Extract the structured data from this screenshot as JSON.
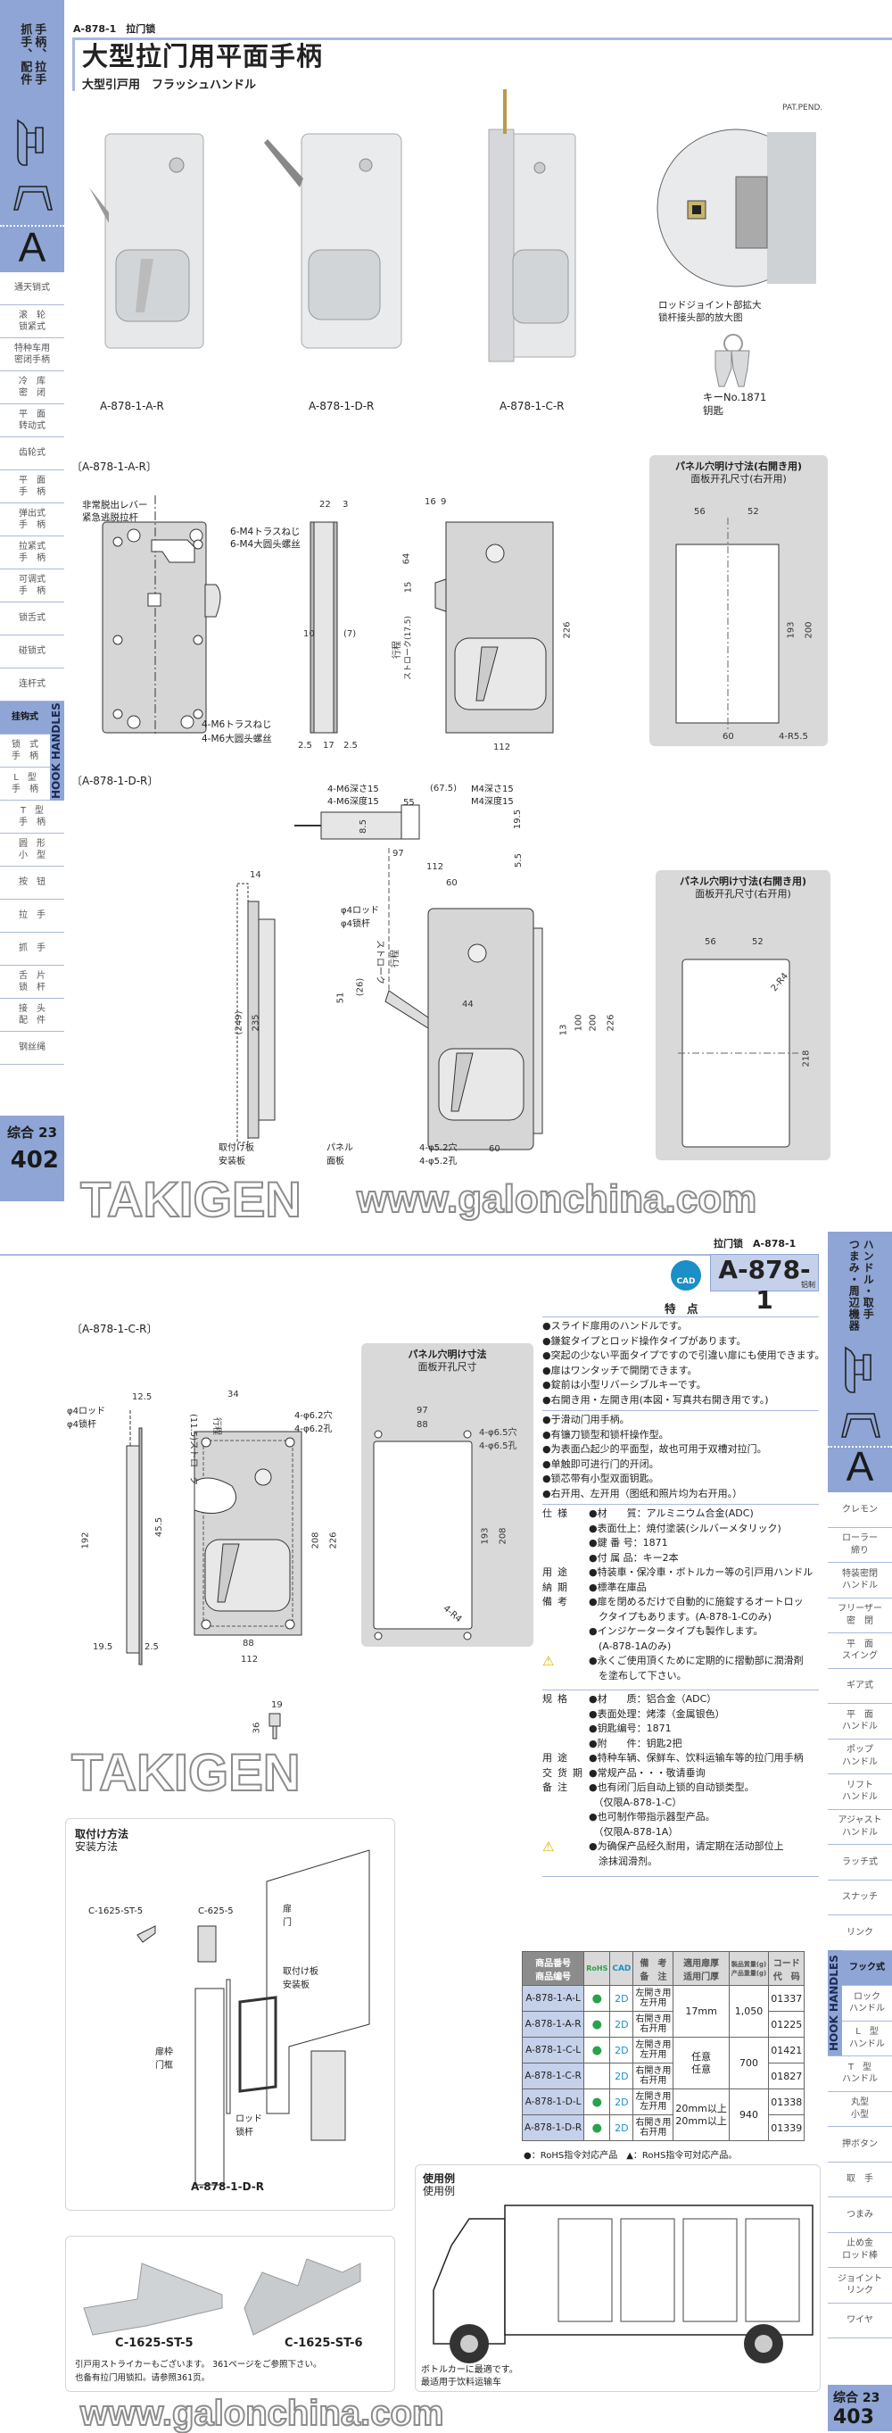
{
  "header": {
    "code": "A-878-1　拉门锁",
    "title": "大型拉门用平面手柄",
    "subtitle": "大型引戸用　フラッシュハンドル",
    "pat": "PAT.PEND."
  },
  "left_tab": {
    "col1": "手柄、拉手",
    "col2": "抓手、配件",
    "letter": "A",
    "band": "HOOK HANDLES",
    "page_label": "综合 23",
    "page": "402",
    "items": [
      "通天销式",
      "滚　轮\n锁紧式",
      "特种车用\n密闭手柄",
      "冷　库\n密　闭",
      "平　面\n转动式",
      "齿轮式",
      "平　面\n手　柄",
      "弹出式\n手　柄",
      "拉紧式\n手　柄",
      "可调式\n手　柄",
      "锁舌式",
      "碰锁式",
      "连杆式",
      "挂钩式",
      "锁　式\n手　柄",
      "L　型\n手　柄",
      "T　型\n手　柄",
      "圆　形\n小　型",
      "按　钮",
      "拉　手",
      "抓　手",
      "舌　片\n锁　杆",
      "接　头\n配　件",
      "钢丝绳"
    ]
  },
  "right_tab": {
    "col1": "ハンドル・取手",
    "col2": "つまみ・周辺機器",
    "letter": "A",
    "band": "HOOK HANDLES",
    "page_label": "综合 23",
    "page": "403",
    "items": [
      "クレモン",
      "ローラー\n締り",
      "特装密閉\nハンドル",
      "フリーザー\n密　閉",
      "平　面\nスイング",
      "ギア式",
      "平　面\nハンドル",
      "ポップ\nハンドル",
      "リフト\nハンドル",
      "アジャスト\nハンドル",
      "ラッチ式",
      "スナッチ",
      "リンク",
      "フック式",
      "ロック\nハンドル",
      "L　型\nハンドル",
      "T　型\nハンドル",
      "丸型\n小型",
      "押ボタン",
      "取　手",
      "つまみ",
      "止め金\nロッド棒",
      "ジョイント\nリンク",
      "ワイヤ"
    ]
  },
  "photos": {
    "labels": [
      "A-878-1-A-R",
      "A-878-1-D-R",
      "A-878-1-C-R"
    ],
    "zoom_caption_jp": "ロッドジョイント部拡大",
    "zoom_caption_cn": "锁杆接头部的放大图",
    "key_caption_jp": "キーNo.1871",
    "key_caption_cn": "钥匙"
  },
  "watermark": {
    "brand": "TAKIGEN",
    "url": "www.galonchina.com"
  },
  "drawing_ar": {
    "title": "〔A-878-1-A-R〕",
    "lever_jp": "非常脱出レバー",
    "lever_cn": "紧急逃脱拉杆",
    "screw4_jp": "6-M4トラスねじ",
    "screw4_cn": "6-M4大圆头螺丝",
    "screw6_jp": "4-M6トラスねじ",
    "screw6_cn": "4-M6大圆头螺丝",
    "stroke": "ストローク(17.5)",
    "stroke_cn": "行程",
    "dims": [
      "22",
      "3",
      "10",
      "(7)",
      "2.5",
      "17",
      "2.5",
      "16",
      "9",
      "64",
      "15",
      "226",
      "112"
    ],
    "panel_title_jp": "パネル穴明け寸法(右開き用)",
    "panel_title_cn": "面板开孔尺寸(右开用)",
    "panel_dims": [
      "56",
      "52",
      "193",
      "200",
      "60",
      "4-R5.5"
    ]
  },
  "drawing_dr": {
    "title": "〔A-878-1-D-R〕",
    "m6_jp": "4-M6深さ15",
    "m6_cn": "4-M6深度15",
    "m4_jp": "M4深さ15",
    "m4_cn": "M4深度15",
    "rod_jp": "φ4ロッド",
    "rod_cn": "φ4锁杆",
    "stroke": "ストローク",
    "stroke_cn": "行程",
    "plate_jp": "取付け板",
    "plate_cn": "安装板",
    "panel_jp": "パネル",
    "panel_cn": "面板",
    "hole_jp": "4-φ5.2穴",
    "hole_cn": "4-φ5.2孔",
    "dims": [
      "55",
      "(67.5)",
      "8.5",
      "19.5",
      "97",
      "5.5",
      "112",
      "60",
      "14",
      "(249)",
      "235",
      "(26)",
      "51",
      "44",
      "13",
      "100",
      "200",
      "226",
      "60"
    ],
    "panel_title_jp": "パネル穴明け寸法(右開き用)",
    "panel_title_cn": "面板开孔尺寸(右开用)",
    "panel_dims": [
      "56",
      "52",
      "2-R4",
      "218"
    ]
  },
  "model_box": {
    "breadcrumb": "拉门锁　A-878-1",
    "cad": "CAD",
    "model": "A-878-1",
    "material": "铝制"
  },
  "features": {
    "title": "特　点",
    "jp": [
      "●スライド扉用のハンドルです。",
      "●鎌錠タイプとロッド操作タイプがあります。",
      "●突起の少ない平面タイプですので引違い扉にも使用できます。",
      "●扉はワンタッチで開閉できます。",
      "●錠前は小型リバーシブルキーです。",
      "●右開き用・左開き用(本図・写真共右開き用です。)"
    ],
    "cn": [
      "●于滑动门用手柄。",
      "●有镰刀锁型和锁杆操作型。",
      "●为表面凸起少的平面型，故也可用于双槽对拉门。",
      "●单触即可进行门的开闭。",
      "●锁芯带有小型双面钥匙。",
      "●右开用、左开用（图纸和照片均为右开用。）"
    ]
  },
  "specs_jp": [
    {
      "k": "仕様",
      "v": "●材　　質：アルミニウム合金(ADC)"
    },
    {
      "k": "",
      "v": "●表面仕上：焼付塗装(シルバーメタリック)"
    },
    {
      "k": "",
      "v": "●鍵 番 号：1871"
    },
    {
      "k": "",
      "v": "●付 属 品：キー2本"
    },
    {
      "k": "用途",
      "v": "●特装車・保冷車・ボトルカー等の引戸用ハンドル"
    },
    {
      "k": "納期",
      "v": "●標準在庫品"
    },
    {
      "k": "備考",
      "v": "●扉を閉めるだけで自動的に施錠するオートロッ"
    },
    {
      "k": "",
      "v": "　クタイプもあります。(A-878-1-Cのみ)"
    },
    {
      "k": "",
      "v": "●インジケータータイプも製作します。"
    },
    {
      "k": "",
      "v": "　(A-878-1Aのみ)"
    },
    {
      "k": "⚠",
      "v": "●永くご使用頂くために定期的に摺動部に潤滑剤"
    },
    {
      "k": "",
      "v": "　を塗布して下さい。"
    }
  ],
  "specs_cn": [
    {
      "k": "规格",
      "v": "●材　　质：铝合金（ADC）"
    },
    {
      "k": "",
      "v": "●表面处理：烤漆（金属银色）"
    },
    {
      "k": "",
      "v": "●钥匙编号：1871"
    },
    {
      "k": "",
      "v": "●附　　件：钥匙2把"
    },
    {
      "k": "用途",
      "v": "●特种车辆、保鲜车、饮料运输车等的拉门用手柄"
    },
    {
      "k": "交货期",
      "v": "●常规产品・・・敬请垂询"
    },
    {
      "k": "备注",
      "v": "●也有闭门后自动上锁的自动锁类型。"
    },
    {
      "k": "",
      "v": "　（仅限A-878-1-C）"
    },
    {
      "k": "",
      "v": "●也可制作带指示器型产品。"
    },
    {
      "k": "",
      "v": "　（仅限A-878-1A）"
    },
    {
      "k": "⚠",
      "v": "●为确保产品经久耐用，请定期在活动部位上"
    },
    {
      "k": "",
      "v": "　涂抹润滑剂。"
    }
  ],
  "drawing_cr": {
    "title": "〔A-878-1-C-R〕",
    "rod_jp": "φ4ロッド",
    "rod_cn": "φ4锁杆",
    "stroke": "(11.5)ストローク",
    "stroke_cn": "行程",
    "hole_jp": "4-φ6.2穴",
    "hole_cn": "4-φ6.2孔",
    "dims": [
      "12.5",
      "34",
      "45.5",
      "192",
      "208",
      "226",
      "19.5",
      "2.5",
      "88",
      "112",
      "19",
      "36"
    ],
    "panel_title_jp": "パネル穴明け寸法",
    "panel_title_cn": "面板开孔尺寸",
    "panel_hole_jp": "4-φ6.5穴",
    "panel_hole_cn": "4-φ6.5孔",
    "panel_dims": [
      "97",
      "88",
      "193",
      "208",
      "4-R4"
    ]
  },
  "install": {
    "title_jp": "取付け方法",
    "title_cn": "安装方法",
    "striker": "C-1625-ST-5",
    "bracket": "C-625-5",
    "door_jp": "扉",
    "door_cn": "门",
    "plate_jp": "取付け板",
    "plate_cn": "安装板",
    "frame_jp": "扉枠",
    "frame_cn": "门框",
    "rod_jp": "ロッド",
    "rod_cn": "锁杆",
    "model": "A-878-1-D-R"
  },
  "strikers": {
    "items": [
      "C-1625-ST-5",
      "C-1625-ST-6"
    ],
    "note_jp": "引戸用ストライカーもございます。 361ページをご参照下さい。",
    "note_cn": "也备有拉门用锁扣。请参照361页。"
  },
  "usage": {
    "title_jp": "使用例",
    "title_cn": "使用例",
    "caption_jp": "ボトルカーに最適です。",
    "caption_cn": "最适用于饮料运输车"
  },
  "table": {
    "headers": {
      "model_jp": "商品番号",
      "model_cn": "商品编号",
      "rohs": "RoHS",
      "cad": "CAD",
      "note_jp": "備　考",
      "note_cn": "备　注",
      "thick_jp": "適用扉厚",
      "thick_cn": "适用门厚",
      "weight_jp": "製品質量(g)",
      "weight_cn": "产品重量(g)",
      "code_jp": "コード",
      "code_cn": "代　码"
    },
    "rows": [
      {
        "model": "A-878-1-A-L",
        "rohs": "●",
        "cad": "2D",
        "note_jp": "左開き用",
        "note_cn": "左开用",
        "code": "01337"
      },
      {
        "model": "A-878-1-A-R",
        "rohs": "●",
        "cad": "2D",
        "note_jp": "右開き用",
        "note_cn": "右开用",
        "code": "01225"
      },
      {
        "model": "A-878-1-C-L",
        "rohs": "●",
        "cad": "2D",
        "note_jp": "左開き用",
        "note_cn": "左开用",
        "code": "01421"
      },
      {
        "model": "A-878-1-C-R",
        "rohs": "",
        "cad": "2D",
        "note_jp": "右開き用",
        "note_cn": "右开用",
        "code": "01827"
      },
      {
        "model": "A-878-1-D-L",
        "rohs": "●",
        "cad": "2D",
        "note_jp": "左開き用",
        "note_cn": "左开用",
        "code": "01338"
      },
      {
        "model": "A-878-1-D-R",
        "rohs": "●",
        "cad": "2D",
        "note_jp": "右開き用",
        "note_cn": "右开用",
        "code": "01339"
      }
    ],
    "groups": [
      {
        "thick": "17mm",
        "weight": "1,050"
      },
      {
        "thick": "任意\n任意",
        "weight": "700"
      },
      {
        "thick": "20mm以上\n20mm以上",
        "weight": "940"
      }
    ],
    "legend": "●：RoHS指令対応产品　▲：RoHS指令可対応产品。"
  },
  "colors": {
    "tab_blue": "#8ea5d5",
    "rohs_green": "#2aa24a",
    "cad_blue": "#1b8fc7"
  }
}
